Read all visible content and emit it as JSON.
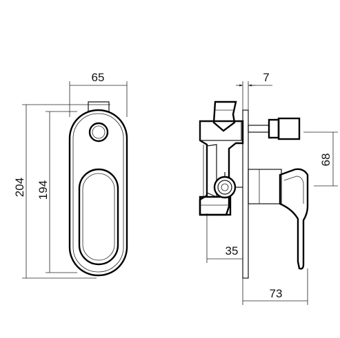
{
  "dimensions": {
    "front_width": "65",
    "front_total_height": "204",
    "front_plate_height": "194",
    "side_plate_thickness": "7",
    "side_handle_offset": "68",
    "side_body_depth": "35",
    "side_total_depth": "73"
  }
}
